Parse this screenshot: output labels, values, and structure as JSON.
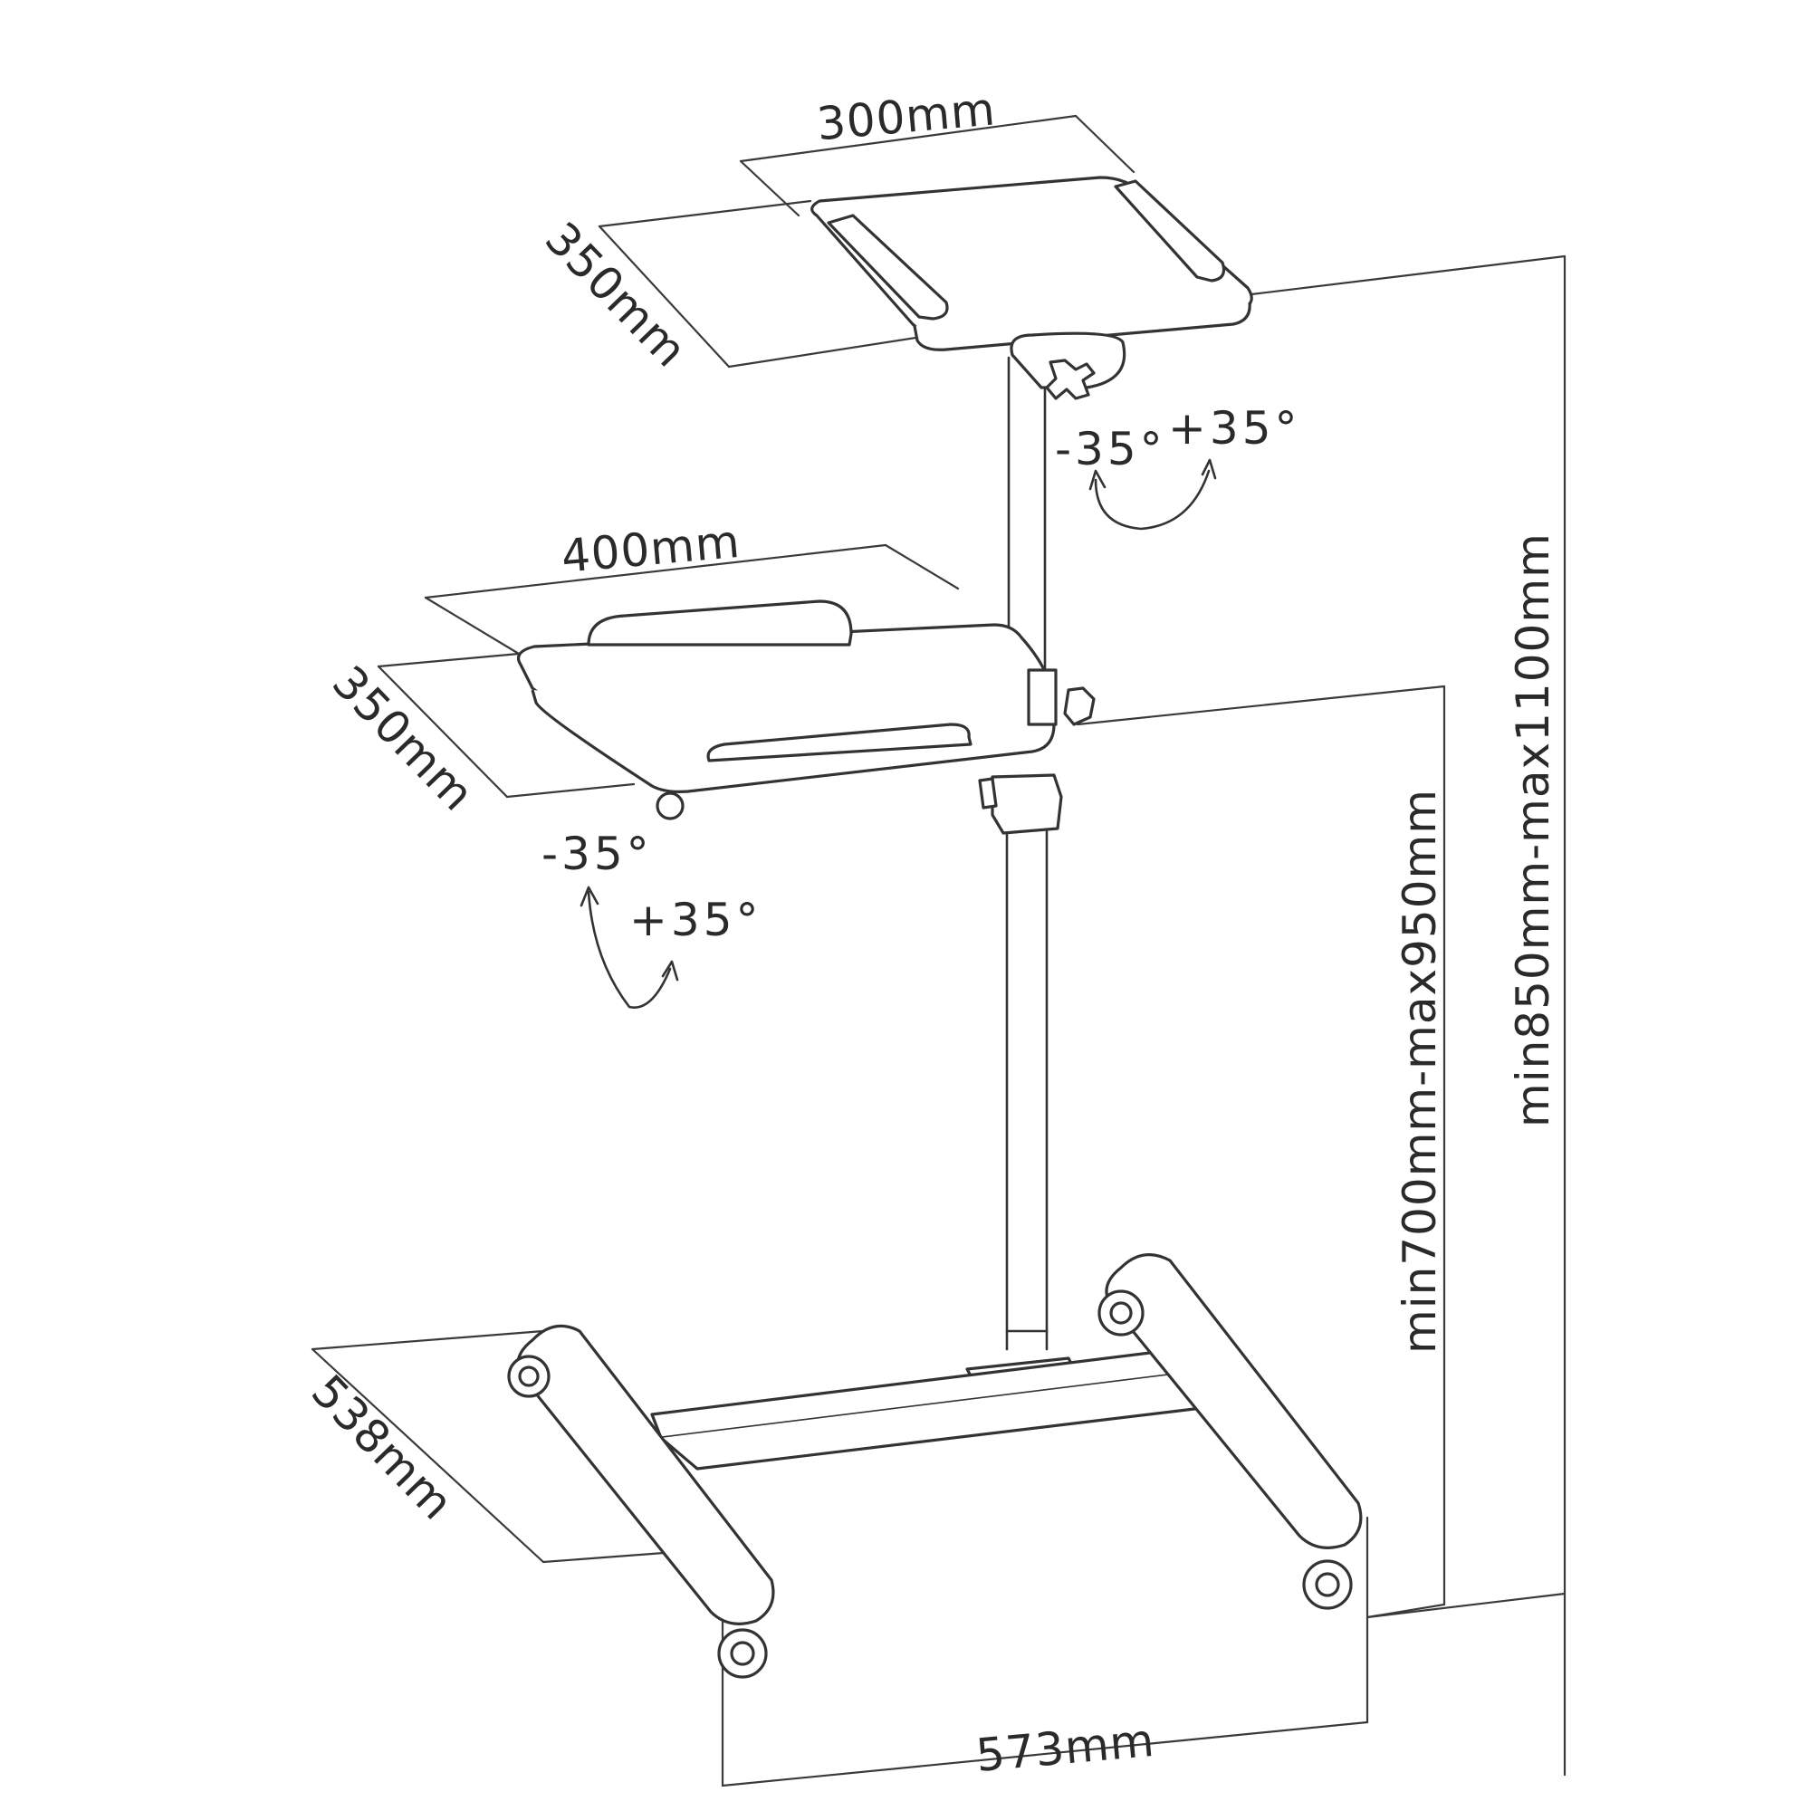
{
  "dimensions": {
    "top_tray_width": "300mm",
    "top_tray_depth": "350mm",
    "lower_tray_width": "400mm",
    "lower_tray_depth": "350mm",
    "base_depth": "538mm",
    "base_width": "573mm",
    "lower_tray_height": "min700mm-max950mm",
    "top_tray_height": "min850mm-max1100mm"
  },
  "tilt": {
    "top_minus": "-35°",
    "top_plus": "+35°",
    "lower_minus": "-35°",
    "lower_plus": "+35°"
  }
}
